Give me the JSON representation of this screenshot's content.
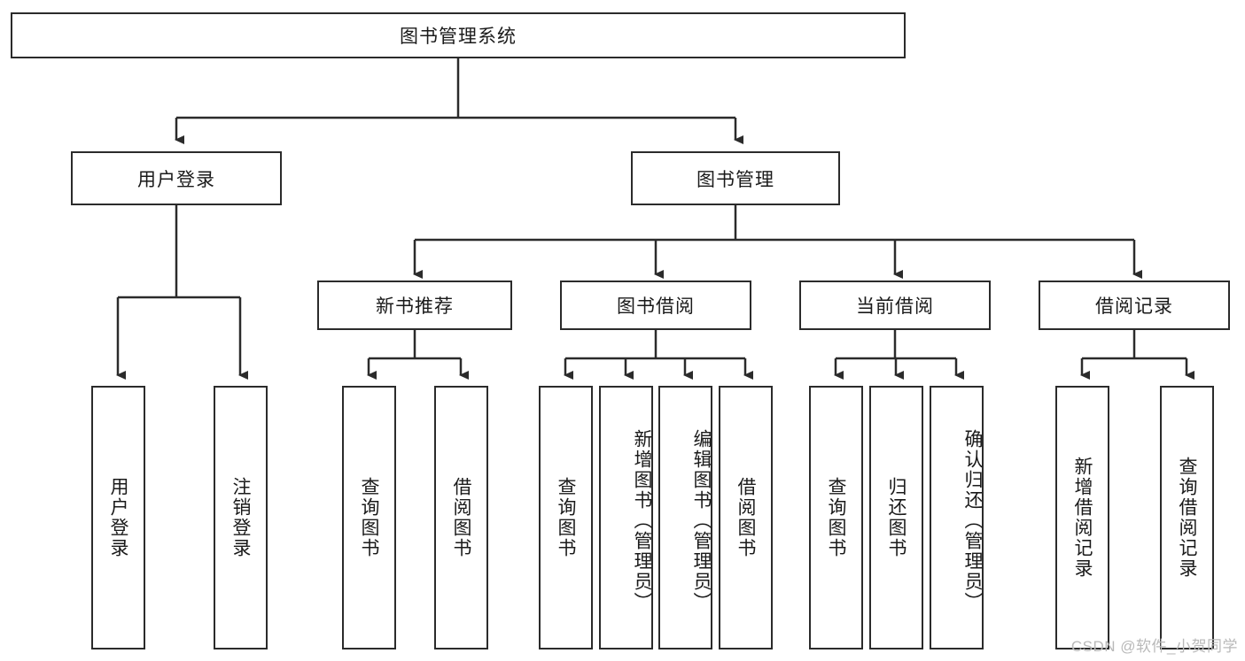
{
  "diagram": {
    "type": "tree",
    "title_node": {
      "label": "图书管理系统"
    },
    "level2": [
      {
        "label": "用户登录"
      },
      {
        "label": "图书管理"
      }
    ],
    "level3": [
      {
        "label": "新书推荐"
      },
      {
        "label": "图书借阅"
      },
      {
        "label": "当前借阅"
      },
      {
        "label": "借阅记录"
      }
    ],
    "leaves": {
      "user_login": [
        {
          "label": "用户登录"
        },
        {
          "label": "注销登录"
        }
      ],
      "new_book_recommend": [
        {
          "label": "查询图书"
        },
        {
          "label": "借阅图书"
        }
      ],
      "book_borrow": [
        {
          "label": "查询图书"
        },
        {
          "label": "新增图书（管理员）"
        },
        {
          "label": "编辑图书（管理员）"
        },
        {
          "label": "借阅图书"
        }
      ],
      "current_borrow": [
        {
          "label": "查询图书"
        },
        {
          "label": "归还图书"
        },
        {
          "label": "确认归还（管理员）"
        }
      ],
      "borrow_record": [
        {
          "label": "新增借阅记录"
        },
        {
          "label": "查询借阅记录"
        }
      ]
    },
    "watermark": "CSDN @软件_小贺同学",
    "colors": {
      "stroke": "#2b2b2b",
      "fill": "#ffffff",
      "text": "#1a1a1a",
      "watermark": "#b9b9b9"
    }
  }
}
